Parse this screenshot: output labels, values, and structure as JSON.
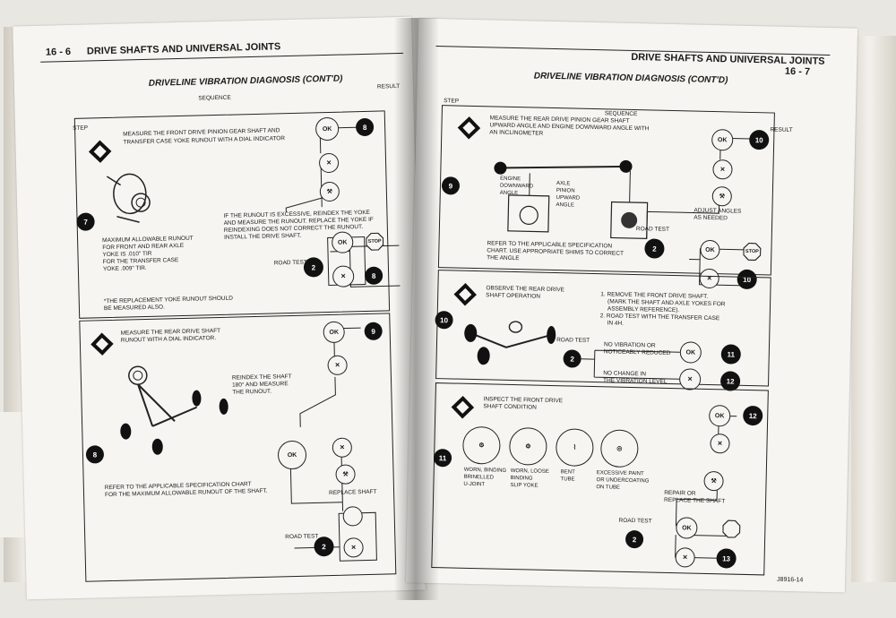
{
  "left_page": {
    "page_number": "16 - 6",
    "section_title": "DRIVE SHAFTS AND UNIVERSAL JOINTS",
    "diagnosis_title": "DRIVELINE VIBRATION DIAGNOSIS (CONT'D)",
    "sequence_label": "SEQUENCE",
    "result_label": "RESULT",
    "step_label": "STEP",
    "step7": {
      "number": "7",
      "instruction": [
        "MEASURE THE FRONT DRIVE PINION GEAR SHAFT AND",
        "TRANSFER CASE YOKE RUNOUT WITH A DIAL INDICATOR"
      ],
      "spec": [
        "MAXIMUM ALLOWABLE RUNOUT",
        "FOR FRONT AND REAR AXLE",
        "YOKE IS .010\" TIR",
        "FOR THE TRANSFER CASE",
        "YOKE .009\" TIR."
      ],
      "condition": [
        "IF THE RUNOUT IS EXCESSIVE, REINDEX THE YOKE",
        "AND MEASURE THE RUNOUT. REPLACE THE YOKE IF",
        "REINDEXING DOES NOT CORRECT THE RUNOUT.",
        "INSTALL THE DRIVE SHAFT."
      ],
      "road_test": "ROAD TEST",
      "road_test_num": "2",
      "footnote": [
        "*THE REPLACEMENT YOKE RUNOUT SHOULD",
        "BE MEASURED ALSO."
      ],
      "ok": "OK",
      "stop": "STOP",
      "result_top": "8",
      "result_bottom": "8"
    },
    "step8": {
      "number": "8",
      "instruction": [
        "MEASURE THE REAR DRIVE SHAFT",
        "RUNOUT WITH A DIAL INDICATOR."
      ],
      "condition": [
        "REINDEX THE SHAFT",
        "180° AND MEASURE",
        "THE RUNOUT."
      ],
      "spec": [
        "REFER TO THE APPLICABLE SPECIFICATION CHART",
        "FOR THE MAXIMUM ALLOWABLE RUNOUT OF THE SHAFT."
      ],
      "replace": "REPLACE SHAFT",
      "road_test": "ROAD TEST",
      "road_test_num": "2",
      "ok": "OK",
      "result_top": "9"
    }
  },
  "right_page": {
    "page_number": "16 - 7",
    "section_title": "DRIVE SHAFTS AND UNIVERSAL JOINTS",
    "diagnosis_title": "DRIVELINE VIBRATION DIAGNOSIS (CONT'D)",
    "sequence_label": "SEQUENCE",
    "result_label": "RESULT",
    "step_label": "STEP",
    "figure_code": "J8916-14",
    "step9": {
      "number": "9",
      "instruction": [
        "MEASURE THE REAR DRIVE PINION GEAR SHAFT",
        "UPWARD ANGLE AND ENGINE DOWNWARD ANGLE WITH",
        "AN INCLINOMETER"
      ],
      "engine_label": [
        "ENGINE",
        "DOWNWARD",
        "ANGLE"
      ],
      "axle_label": [
        "AXLE",
        "PINION",
        "UPWARD",
        "ANGLE"
      ],
      "spec": [
        "REFER TO THE APPLICABLE SPECIFICATION",
        "CHART. USE APPROPRIATE SHIMS TO CORRECT",
        "THE ANGLE"
      ],
      "adjust": [
        "ADJUST ANGLES",
        "AS NEEDED"
      ],
      "road_test": "ROAD TEST",
      "road_test_num": "2",
      "ok": "OK",
      "stop": "STOP",
      "result_top": "10",
      "result_bottom": "10"
    },
    "step10": {
      "number": "10",
      "instruction": [
        "OBSERVE THE REAR DRIVE",
        "SHAFT OPERATION"
      ],
      "procedure": [
        "1.  REMOVE THE FRONT DRIVE SHAFT.",
        "(MARK THE SHAFT AND AXLE YOKES FOR",
        "ASSEMBLY REFERENCE).",
        "2.  ROAD TEST WITH THE TRANSFER CASE",
        "IN 4H."
      ],
      "road_test": "ROAD TEST",
      "road_test_num": "2",
      "outcome_a": [
        "NO VIBRATION OR",
        "NOTICEABLY REDUCED"
      ],
      "outcome_b": [
        "NO CHANGE IN",
        "THE VIBRATION LEVEL"
      ],
      "ok": "OK",
      "result_a": "11",
      "result_b": "12"
    },
    "step11": {
      "number": "11",
      "instruction": [
        "INSPECT THE FRONT DRIVE",
        "SHAFT CONDITION"
      ],
      "item1": [
        "WORN, BINDING",
        "BRINELLED",
        "U-JOINT"
      ],
      "item2": [
        "WORN, LOOSE",
        "BINDING",
        "SLIP YOKE"
      ],
      "item3": [
        "BENT",
        "TUBE"
      ],
      "item4": [
        "EXCESSIVE PAINT",
        "OR UNDERCOATING",
        "ON TUBE"
      ],
      "repair": [
        "REPAIR OR",
        "REPLACE THE SHAFT"
      ],
      "road_test": "ROAD TEST",
      "road_test_num": "2",
      "ok": "OK",
      "result_top": "12",
      "result_bottom": "13"
    }
  }
}
